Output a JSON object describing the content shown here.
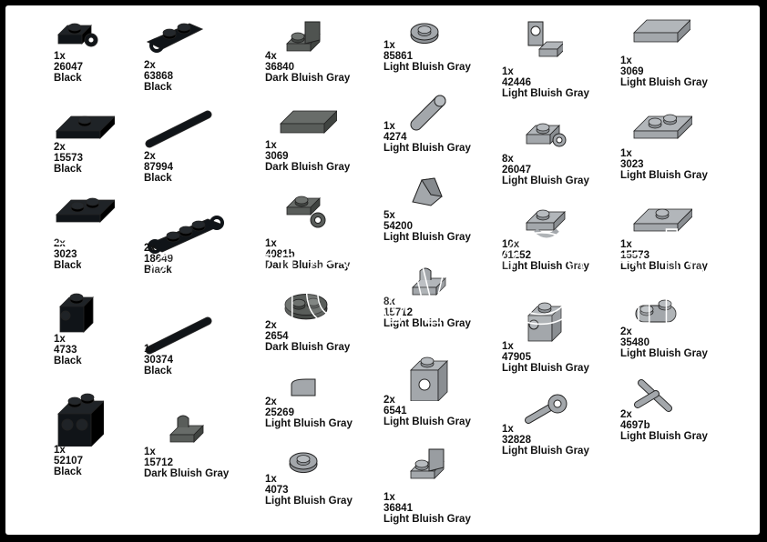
{
  "watermark": "Preview Only",
  "colors": {
    "black": "#101418",
    "dark_bluish_gray": "#595d5a",
    "light_bluish_gray": "#a3a7ab"
  },
  "parts": [
    {
      "qty": "1x",
      "id": "26047",
      "color": "Black",
      "icon": "plate-rotated-clip-icon"
    },
    {
      "qty": "2x",
      "id": "63868",
      "color": "Black",
      "icon": "plate-clip-icon"
    },
    {
      "qty": "4x",
      "id": "36840",
      "color": "Dark Bluish Gray",
      "icon": "bracket-icon"
    },
    {
      "qty": "1x",
      "id": "85861",
      "color": "Light Bluish Gray",
      "icon": "round-plate-icon"
    },
    {
      "qty": "1x",
      "id": "42446",
      "color": "Light Bluish Gray",
      "icon": "bracket-hole-icon"
    },
    {
      "qty": "1x",
      "id": "3069",
      "color": "Light Bluish Gray",
      "icon": "tile-icon"
    },
    {
      "qty": "2x",
      "id": "15573",
      "color": "Black",
      "icon": "jumper-plate-icon"
    },
    {
      "qty": "2x",
      "id": "87994",
      "color": "Black",
      "icon": "bar-icon"
    },
    {
      "qty": "1x",
      "id": "3069",
      "color": "Dark Bluish Gray",
      "icon": "tile-icon"
    },
    {
      "qty": "1x",
      "id": "4274",
      "color": "Light Bluish Gray",
      "icon": "pin-icon"
    },
    {
      "qty": "8x",
      "id": "26047",
      "color": "Light Bluish Gray",
      "icon": "plate-rotated-clip-icon"
    },
    {
      "qty": "1x",
      "id": "3023",
      "color": "Light Bluish Gray",
      "icon": "plate-icon"
    },
    {
      "qty": "2x",
      "id": "3023",
      "color": "Black",
      "icon": "plate-icon"
    },
    {
      "qty": "2x",
      "id": "18649",
      "color": "Black",
      "icon": "plate-handles-icon"
    },
    {
      "qty": "1x",
      "id": "4081b",
      "color": "Dark Bluish Gray",
      "icon": "plate-clip-light-icon"
    },
    {
      "qty": "5x",
      "id": "54200",
      "color": "Light Bluish Gray",
      "icon": "slope-icon"
    },
    {
      "qty": "10x",
      "id": "61252",
      "color": "Light Bluish Gray",
      "icon": "plate-clip-horizontal-icon"
    },
    {
      "qty": "1x",
      "id": "15573",
      "color": "Light Bluish Gray",
      "icon": "jumper-plate-icon"
    },
    {
      "qty": "1x",
      "id": "4733",
      "color": "Black",
      "icon": "brick-studs-sides-icon"
    },
    {
      "qty": "1x",
      "id": "30374",
      "color": "Black",
      "icon": "bar-icon"
    },
    {
      "qty": "2x",
      "id": "2654",
      "color": "Dark Bluish Gray",
      "icon": "round-plate-large-icon"
    },
    {
      "qty": "8x",
      "id": "15712",
      "color": "Light Bluish Gray",
      "icon": "tile-clip-icon"
    },
    {
      "qty": "1x",
      "id": "47905",
      "color": "Light Bluish Gray",
      "icon": "brick-studs-sides-icon"
    },
    {
      "qty": "2x",
      "id": "35480",
      "color": "Light Bluish Gray",
      "icon": "plate-rounded-icon"
    },
    {
      "qty": "1x",
      "id": "52107",
      "color": "Black",
      "icon": "brick-studs-icon"
    },
    {
      "qty": "1x",
      "id": "15712",
      "color": "Dark Bluish Gray",
      "icon": "tile-clip-icon"
    },
    {
      "qty": "2x",
      "id": "25269",
      "color": "Light Bluish Gray",
      "icon": "quarter-tile-icon"
    },
    {
      "qty": "2x",
      "id": "6541",
      "color": "Light Bluish Gray",
      "icon": "technic-brick-icon"
    },
    {
      "qty": "1x",
      "id": "32828",
      "color": "Light Bluish Gray",
      "icon": "bar-holder-icon"
    },
    {
      "qty": "2x",
      "id": "4697b",
      "color": "Light Bluish Gray",
      "icon": "pneumatic-t-icon"
    },
    {
      "qty": "1x",
      "id": "4073",
      "color": "Light Bluish Gray",
      "icon": "round-plate-icon"
    },
    {
      "qty": "1x",
      "id": "36841",
      "color": "Light Bluish Gray",
      "icon": "bracket-icon"
    }
  ]
}
